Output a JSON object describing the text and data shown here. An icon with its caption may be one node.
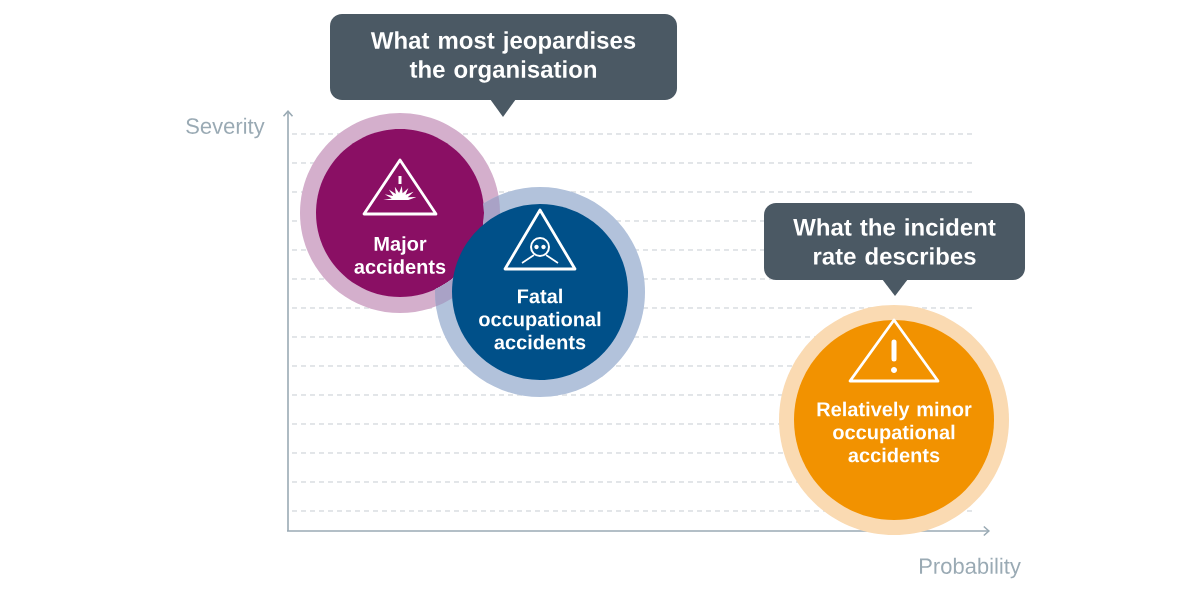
{
  "diagram": {
    "nodes": [
      {
        "text": [
          "What most jeopardises the organisation"
        ]
      },
      {
        "text": [
          "Major accidents"
        ]
      },
      {
        "text": [
          "Fatal occupational accidents"
        ]
      },
      {
        "text": [
          "What the incident rate describes"
        ]
      },
      {
        "text": [
          "Relatively minor occupational accidents"
        ]
      }
    ],
    "labels": [
      "Severity",
      "Probability"
    ]
  }
}
